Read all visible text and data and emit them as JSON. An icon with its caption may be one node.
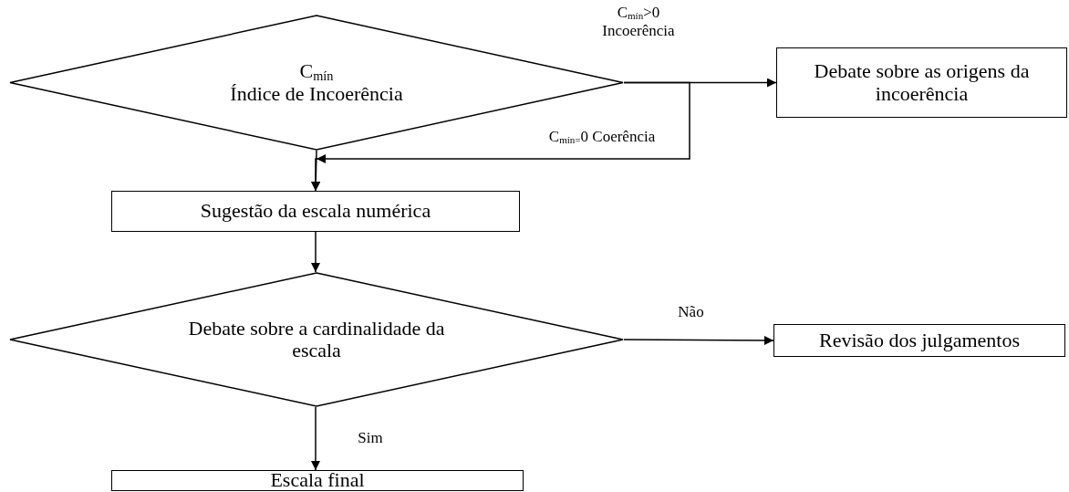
{
  "diagram": {
    "nodes": [
      {
        "text": [
          "C$_{mín}$",
          "Índice de Incoerência"
        ]
      },
      {
        "text": [
          "Debate sobre as origens da incoerência"
        ]
      },
      {
        "text": [
          "Sugestão da escala numérica"
        ]
      },
      {
        "text": [
          "Debate sobre a cardinalidade da escala"
        ]
      },
      {
        "text": [
          "Revisão dos julgamentos"
        ]
      },
      {
        "text": [
          "Escala final"
        ]
      }
    ],
    "edges": [
      {
        "from": 0,
        "to": 1,
        "arrow": "to",
        "label": "C$_{mín}$>0 Incoerência"
      },
      {
        "from": 0,
        "to": 2,
        "arrow": "to",
        "label": "C$_{mín=}$0 Coerência"
      },
      {
        "from": 0,
        "to": 2,
        "arrow": "to"
      },
      {
        "from": 2,
        "to": 3,
        "arrow": "to"
      },
      {
        "from": 3,
        "to": 4,
        "arrow": "to",
        "label": "Não"
      },
      {
        "from": 3,
        "to": 5,
        "arrow": "to",
        "label": "Sim"
      }
    ]
  }
}
